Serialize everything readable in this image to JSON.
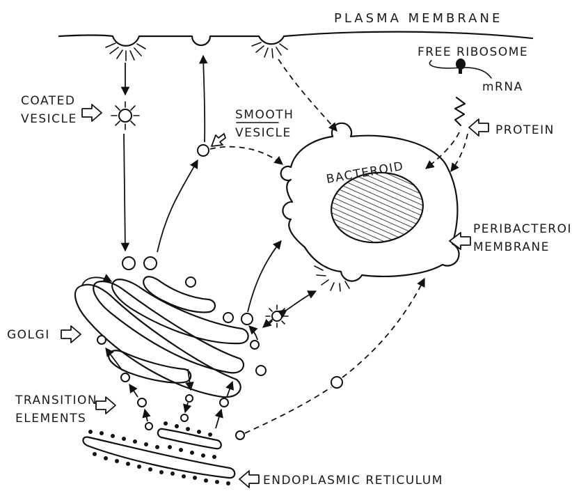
{
  "labels": {
    "plasma_membrane": "PLASMA MEMBRANE",
    "free_ribosome": "FREE RIBOSOME",
    "mrna": "mRNA",
    "coated_vesicle_1": "COATED",
    "coated_vesicle_2": "VESICLE",
    "smooth_vesicle_1": "SMOOTH",
    "smooth_vesicle_2": "VESICLE",
    "protein": "PROTEIN",
    "bacteroid": "BACTEROID",
    "peribacteroid_1": "PERIBACTEROID",
    "peribacteroid_2": "MEMBRANE",
    "golgi": "GOLGI",
    "transition_1": "TRANSITION",
    "transition_2": "ELEMENTS",
    "er": "ENDOPLASMIC RETICULUM"
  }
}
